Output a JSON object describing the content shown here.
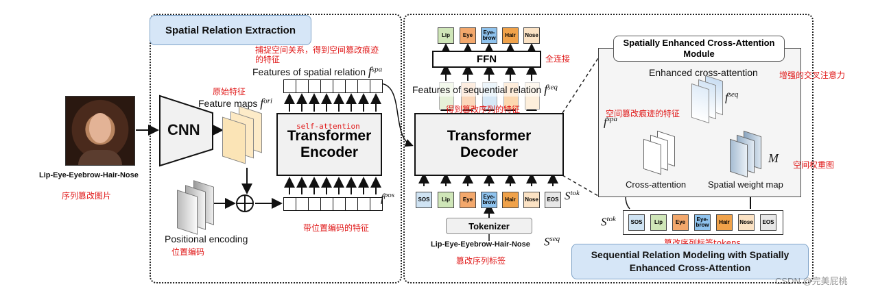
{
  "left_panel": {
    "title": "Spatial Relation Extraction",
    "input_caption": "Lip-Eye-Eyebrow-Hair-Nose",
    "input_note": "序列篡改图片",
    "cnn": "CNN",
    "feature_maps_note": "原始特征",
    "feature_maps_label": "Feature maps",
    "f_ori": "f",
    "f_ori_sup": "ori",
    "positional_label": "Positional encoding",
    "positional_note": "位置编码",
    "encoder_label": "Transformer Encoder",
    "self_attention": "self-attention",
    "spatial_note": "捕捉空间关系，得到空间篡改痕迹的特征",
    "spatial_label": "Features of spatial relation",
    "f_spa": "f",
    "f_spa_sup": "spa",
    "pos_note": "带位置编码的特征",
    "f_pos": "f",
    "f_pos_sup": "pos"
  },
  "right_panel": {
    "decoder_label": "Transformer Decoder",
    "ffn": "FFN",
    "ffn_note": "全连接",
    "seq_rel_label": "Features of sequential relation",
    "seq_rel_note": "得到篡改序列的特征",
    "f_seq": "f",
    "f_seq_sup": "seq",
    "tokenizer": "Tokenizer",
    "sequence_caption": "Lip-Eye-Eyebrow-Hair-Nose",
    "sequence_note": "篡改序列标签",
    "s_seq": "S",
    "s_seq_sup": "seq",
    "s_tok": "S",
    "s_tok_sup": "tok",
    "tokens_in": [
      "SOS",
      "Lip",
      "Eye",
      "Eye-brow",
      "Hair",
      "Nose",
      "EOS"
    ],
    "tokens_out": [
      "Lip",
      "Eye",
      "Eye-brow",
      "Hair",
      "Nose"
    ],
    "token_colors": {
      "SOS": "#cfe3f3",
      "Lip": "#cfe6b8",
      "Eye": "#f3a86c",
      "Eye-brow": "#8fc3ee",
      "Hair": "#f0a24a",
      "Nose": "#fbe2c4",
      "EOS": "#e7e7e7"
    },
    "module_title": "Spatially Enhanced Cross-Attention Module",
    "enhanced_label": "Enhanced cross-attention",
    "enhanced_note": "增强的交叉注意力",
    "f_spa_note": "空间篡改痕迹的特征",
    "cross_attention": "Cross-attention",
    "spatial_weight_map": "Spatial weight map",
    "weight_note": "空间权重图",
    "m": "M",
    "tokens_note": "篡改序列标签tokens",
    "bottom_title": "Sequential Relation Modeling with Spatially Enhanced Cross-Attention"
  },
  "watermark": "CSDN @完美屁桃"
}
